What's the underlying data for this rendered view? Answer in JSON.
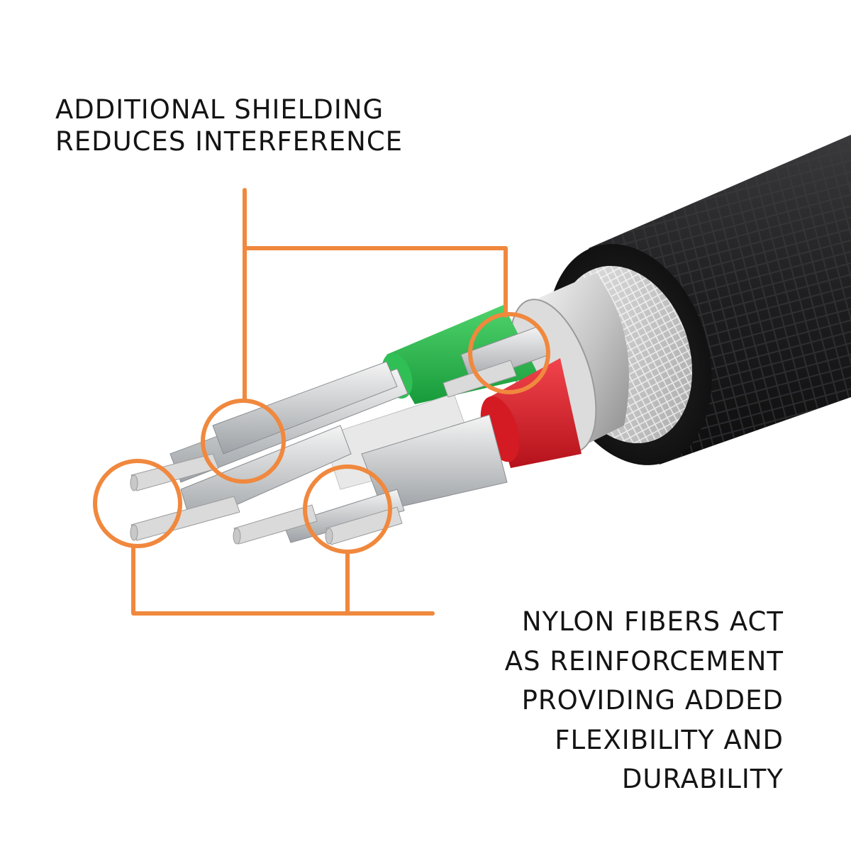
{
  "captions": {
    "top": [
      "ADDITIONAL SHIELDING",
      "REDUCES INTERFERENCE"
    ],
    "bottom": [
      "NYLON FIBERS ACT",
      "AS REINFORCEMENT",
      "PROVIDING ADDED",
      "FLEXIBILITY AND",
      "DURABILITY"
    ]
  },
  "colors": {
    "accent": "#f0883e",
    "jacket": "#1c1c1e",
    "foil": "#c9c9c9",
    "wire_green": "#22b14c",
    "wire_red": "#e0202a",
    "wire_white": "#ececec",
    "conductor": "#b8bcc0",
    "text": "#141414",
    "background": "#ffffff"
  },
  "callouts": [
    {
      "label": "shielding",
      "icon": "circle-marker"
    },
    {
      "label": "nylon-fibers",
      "icon": "circle-marker"
    }
  ]
}
